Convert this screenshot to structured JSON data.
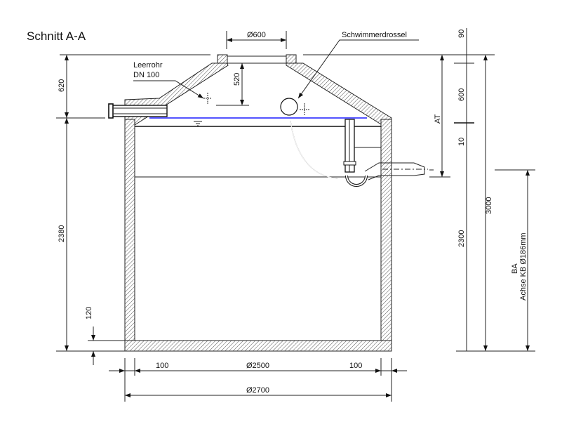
{
  "title": "Schnitt A-A",
  "labels": {
    "leerrohr_line1": "Leerrohr",
    "leerrohr_line2": "DN 100",
    "schwimmerdrossel": "Schwimmerdrossel"
  },
  "dimensions": {
    "manhole_diameter": "Ø600",
    "neck_depth": "520",
    "cone_height": "620",
    "wall_height": "2380",
    "floor_thickness": "120",
    "wall_left": "100",
    "inner_diameter": "Ø2500",
    "wall_right": "100",
    "outer_diameter": "Ø2700",
    "top_90": "90",
    "dim_600": "600",
    "dim_10": "10",
    "dim_2300": "2300",
    "total_3000": "3000",
    "at": "AT",
    "ba": "BA",
    "ba_sub": "Achse KB Ø186mm"
  },
  "colors": {
    "water_level": "#1a1aff"
  }
}
